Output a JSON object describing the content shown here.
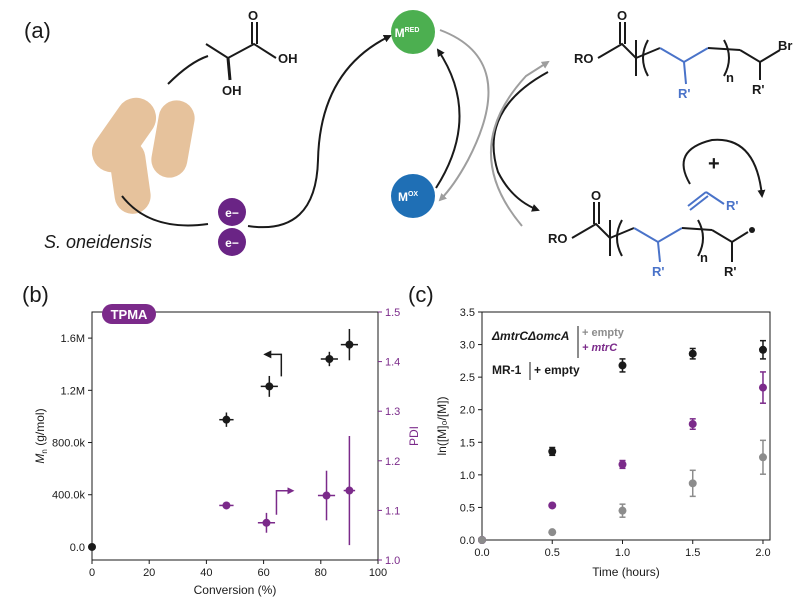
{
  "panel_labels": {
    "a": "(a)",
    "b": "(b)",
    "c": "(c)"
  },
  "scheme": {
    "organism": "S. oneidensis",
    "m_red": "M",
    "m_red_sup": "RED",
    "m_ox": "M",
    "m_ox_sup": "OX",
    "electron": "e−",
    "lactate_oh": "OH",
    "lactate_acid_oh": "OH",
    "lactate_carbonyl_o": "O",
    "dormant_ro": "RO",
    "dormant_o": "O",
    "dormant_n": "n",
    "dormant_br": "Br",
    "dormant_r1": "R'",
    "dormant_r2": "R'",
    "active_ro": "RO",
    "active_o": "O",
    "active_n": "n",
    "active_r1": "R'",
    "active_r2": "R'",
    "monomer_r": "R'",
    "plus": "+"
  },
  "colors": {
    "black": "#1a1a1a",
    "purple": "#7b2a8a",
    "gray": "#8c8c8c",
    "green": "#4caf50",
    "blue": "#1f6fb5",
    "bacteria": "#e6c29c",
    "polymer_blue": "#4a73c9",
    "arrow_gray": "#9e9e9e"
  },
  "chart_data": [
    {
      "panel": "b",
      "type": "scatter",
      "badge": "TPMA",
      "xlabel": "Conversion (%)",
      "ylabel_left": "M",
      "ylabel_left_sub": "n",
      "ylabel_left_units": "(g/mol)",
      "ylabel_right": "PDI",
      "xlim": [
        0,
        100
      ],
      "ylim_left": [
        -100000,
        1800000
      ],
      "ylim_right": [
        1.0,
        1.5
      ],
      "x_ticks": [
        "0",
        "20",
        "40",
        "60",
        "80",
        "100"
      ],
      "x_tick_values": [
        0,
        20,
        40,
        60,
        80,
        100
      ],
      "y_left_ticks": [
        "0.0",
        "400.0k",
        "800.0k",
        "1.2M",
        "1.6M"
      ],
      "y_left_tick_values": [
        0,
        400000,
        800000,
        1200000,
        1600000
      ],
      "y_right_ticks": [
        "1.0",
        "1.1",
        "1.2",
        "1.3",
        "1.4",
        "1.5"
      ],
      "y_right_tick_values": [
        1.0,
        1.1,
        1.2,
        1.3,
        1.4,
        1.5
      ],
      "series": [
        {
          "axis": "left",
          "color": "#1a1a1a",
          "points": [
            {
              "x": 0,
              "y": 0,
              "xerr": 0,
              "yerr": 0
            },
            {
              "x": 47,
              "y": 975000,
              "xerr": 2.5,
              "yerr": 55000
            },
            {
              "x": 62,
              "y": 1230000,
              "xerr": 3,
              "yerr": 80000
            },
            {
              "x": 83,
              "y": 1440000,
              "xerr": 3,
              "yerr": 55000
            },
            {
              "x": 90,
              "y": 1550000,
              "xerr": 3,
              "yerr": 120000
            }
          ]
        },
        {
          "axis": "right",
          "color": "#7b2a8a",
          "points": [
            {
              "x": 47,
              "y": 1.11,
              "xerr": 2.5,
              "yerr": 0.0
            },
            {
              "x": 61,
              "y": 1.075,
              "xerr": 3,
              "yerr": 0.02
            },
            {
              "x": 82,
              "y": 1.13,
              "xerr": 3,
              "yerr": 0.05
            },
            {
              "x": 90,
              "y": 1.14,
              "xerr": 2,
              "yerr": 0.11
            }
          ]
        }
      ]
    },
    {
      "panel": "c",
      "type": "scatter",
      "xlabel": "Time (hours)",
      "ylabel": "ln([M]₀/[M])",
      "xlim": [
        0,
        2.05
      ],
      "ylim": [
        0,
        3.5
      ],
      "x_ticks": [
        "0.0",
        "0.5",
        "1.0",
        "1.5",
        "2.0"
      ],
      "x_tick_values": [
        0,
        0.5,
        1.0,
        1.5,
        2.0
      ],
      "y_ticks": [
        "0.0",
        "0.5",
        "1.0",
        "1.5",
        "2.0",
        "2.5",
        "3.0",
        "3.5"
      ],
      "y_tick_values": [
        0,
        0.5,
        1.0,
        1.5,
        2.0,
        2.5,
        3.0,
        3.5
      ],
      "legend": {
        "strain1": "ΔmtrCΔomcA",
        "strain1_a": "+ empty",
        "strain1_b": "+ mtrC",
        "strain2": "MR-1",
        "strain2_a": "+ empty"
      },
      "series": [
        {
          "color": "#1a1a1a",
          "x": [
            0,
            0.5,
            1.0,
            1.5,
            2.0
          ],
          "y": [
            0,
            1.36,
            2.68,
            2.86,
            2.92
          ],
          "yerr": [
            0,
            0.06,
            0.1,
            0.08,
            0.14
          ]
        },
        {
          "color": "#7b2a8a",
          "x": [
            0,
            0.5,
            1.0,
            1.5,
            2.0
          ],
          "y": [
            0,
            0.53,
            1.16,
            1.78,
            2.34
          ],
          "yerr": [
            0,
            0.0,
            0.06,
            0.08,
            0.24
          ]
        },
        {
          "color": "#8c8c8c",
          "x": [
            0,
            0.5,
            1.0,
            1.5,
            2.0
          ],
          "y": [
            0,
            0.12,
            0.45,
            0.87,
            1.27
          ],
          "yerr": [
            0,
            0.0,
            0.1,
            0.2,
            0.26
          ]
        }
      ]
    }
  ]
}
